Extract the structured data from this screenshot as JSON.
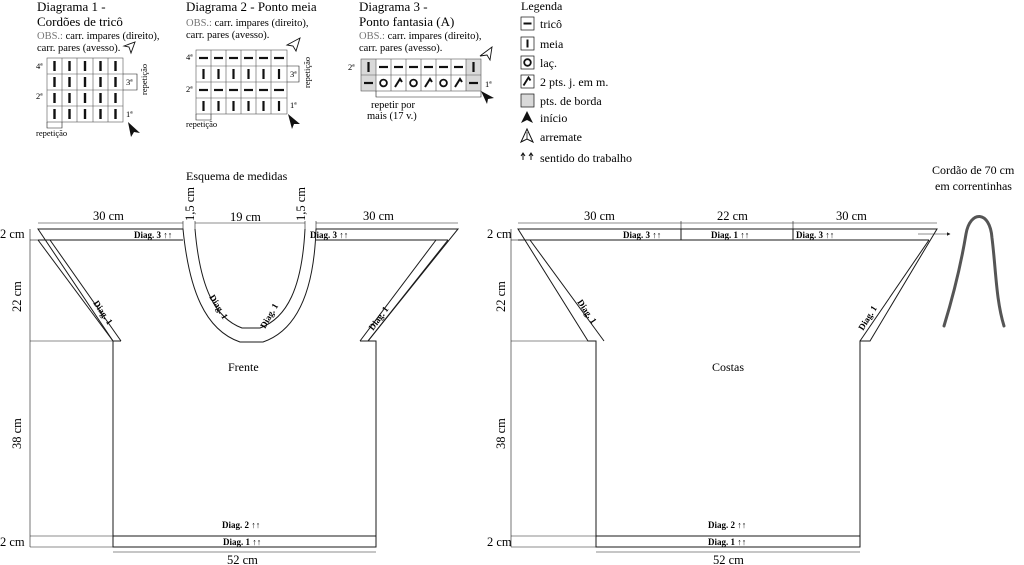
{
  "diagram1": {
    "title_line1": "Diagrama 1 -",
    "title_line2": "Cordões de tricô",
    "obs_label": "OBS.:",
    "obs_line1": "carr. impares (direito),",
    "obs_line2": "carr. pares (avesso).",
    "row_4": "4ª",
    "row_2": "2ª",
    "row_3": "3ª",
    "row_1": "1ª",
    "repeat_right": "repetição",
    "repeat_bottom": "repetição"
  },
  "diagram2": {
    "title": "Diagrama 2 - Ponto meia",
    "obs_label": "OBS.:",
    "obs_line1": "carr. impares (direito),",
    "obs_line2": "carr. pares (avesso).",
    "row_4": "4ª",
    "row_2": "2ª",
    "row_3": "3ª",
    "row_1": "1ª",
    "repeat_right": "repetição",
    "repeat_bottom": "repetição"
  },
  "diagram3": {
    "title_line1": "Diagrama 3 -",
    "title_line2": "Ponto fantasia (A)",
    "obs_label": "OBS.:",
    "obs_line1": "carr. impares (direito),",
    "obs_line2": "carr. pares (avesso).",
    "row_2": "2ª",
    "row_1": "1ª",
    "repeat_line1": "repetir por",
    "repeat_line2": "mais (17 v.)"
  },
  "legend": {
    "title": "Legenda",
    "items": [
      {
        "label": "tricô",
        "icon": "tric-symbol-icon"
      },
      {
        "label": "meia",
        "icon": "meia-symbol-icon"
      },
      {
        "label": "laç.",
        "icon": "yarn-over-icon"
      },
      {
        "label": "2 pts. j. em m.",
        "icon": "k2tog-icon"
      },
      {
        "label": "pts. de borda",
        "icon": "edge-stitch-icon"
      },
      {
        "label": "início",
        "icon": "start-arrow-icon"
      },
      {
        "label": "arremate",
        "icon": "bind-off-arrow-icon"
      },
      {
        "label": "sentido do trabalho",
        "icon": "direction-arrows-icon"
      }
    ]
  },
  "schema": {
    "title": "Esquema de medidas",
    "front_label": "Frente",
    "back_label": "Costas",
    "cord_line1": "Cordão de 70 cm",
    "cord_line2": "em correntinhas",
    "colors": {
      "line": "#1a1a1a",
      "edge_fill": "#d9d9d9",
      "cord": "#555555"
    }
  },
  "front": {
    "m_30_left": "30 cm",
    "m_1_5_left": "1,5 cm",
    "m_19": "19 cm",
    "m_1_5_right": "1,5 cm",
    "m_30_right": "30 cm",
    "m_2_top": "2 cm",
    "m_22": "22 cm",
    "m_38": "38 cm",
    "m_2_bottom": "2 cm",
    "m_52": "52 cm",
    "diag3_left": "Diag. 3 ↑↑",
    "diag3_right": "Diag. 3 ↑↑",
    "diag1_sleeve_left": "Diag. 1",
    "diag1_sleeve_right": "Diag. 1",
    "diag1_neck_left": "Diag. 1",
    "diag1_neck_right": "Diag. 1",
    "diag2": "Diag. 2 ↑↑",
    "diag1_bottom": "Diag. 1 ↑↑"
  },
  "back": {
    "m_30_left": "30 cm",
    "m_22": "22 cm",
    "m_30_right": "30 cm",
    "m_2_top": "2 cm",
    "m_22_side": "22 cm",
    "m_38": "38 cm",
    "m_2_bottom": "2 cm",
    "m_52": "52 cm",
    "diag3_left": "Diag. 3 ↑↑",
    "diag1_center": "Diag. 1 ↑↑",
    "diag3_right": "Diag. 3 ↑↑",
    "diag1_sleeve_left": "Diag. 1",
    "diag1_sleeve_right": "Diag. 1",
    "diag2": "Diag. 2 ↑↑",
    "diag1_bottom": "Diag. 1 ↑↑"
  }
}
